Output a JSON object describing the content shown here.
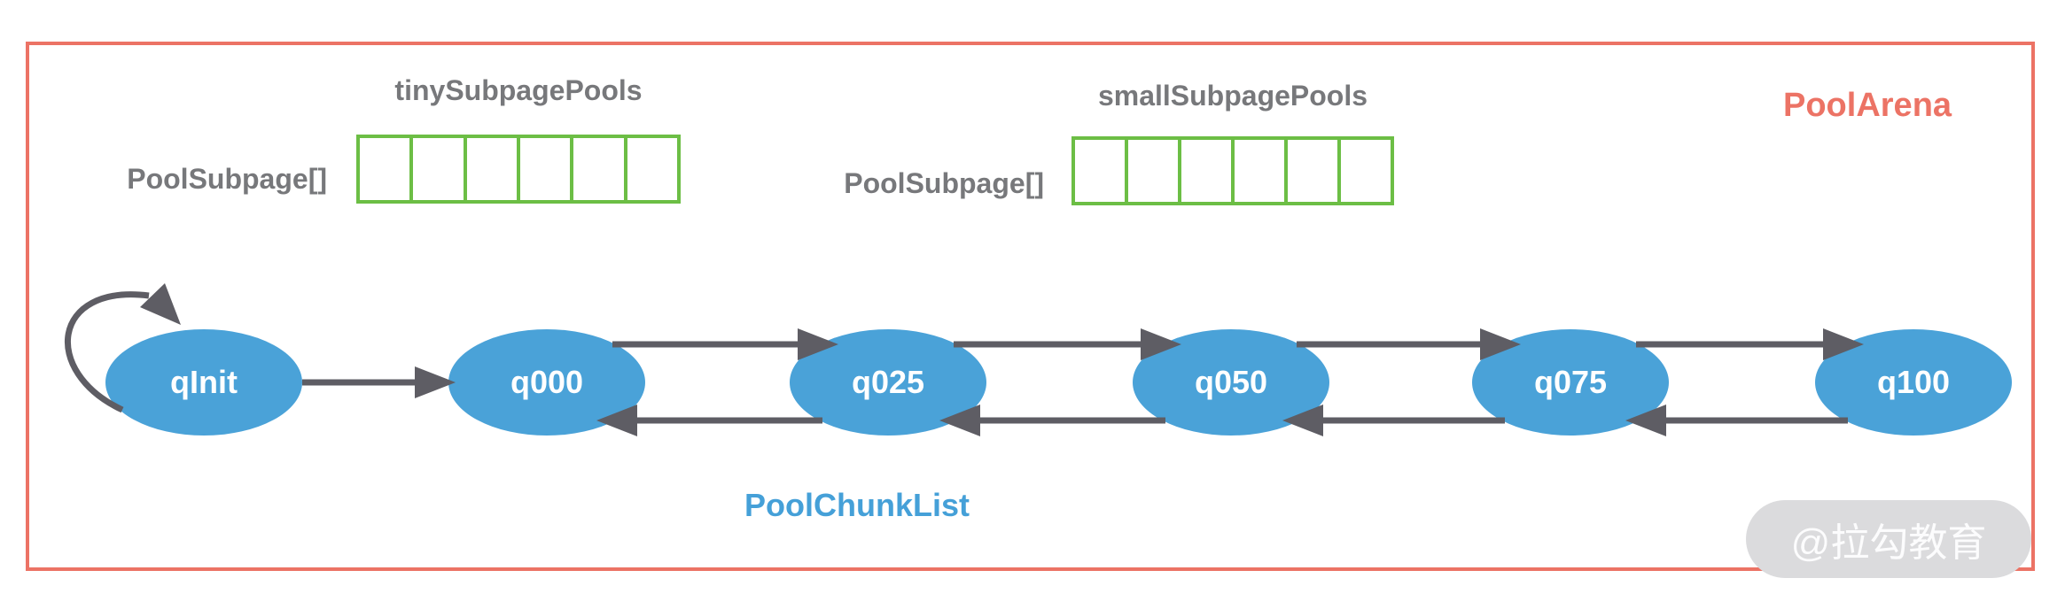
{
  "diagram": {
    "title": "PoolArena",
    "subpage_pools": [
      {
        "title": "tinySubpagePools",
        "array_label": "PoolSubpage[]",
        "cell_count": 6
      },
      {
        "title": "smallSubpagePools",
        "array_label": "PoolSubpage[]",
        "cell_count": 6
      }
    ],
    "chunk_list": {
      "label": "PoolChunkList",
      "nodes": [
        "qInit",
        "q000",
        "q025",
        "q050",
        "q075",
        "q100"
      ]
    },
    "watermark": "@拉勾教育",
    "colors": {
      "arena_border": "#EC7365",
      "arena_title": "#EC7365",
      "subpage_grid_green": "#6CBE45",
      "label_gray": "#77787B",
      "node_blue": "#4AA2D8",
      "chunk_list_blue": "#45A0D8",
      "arrow_gray": "#5E5D64",
      "watermark_bg": "#DBDBDD"
    }
  }
}
